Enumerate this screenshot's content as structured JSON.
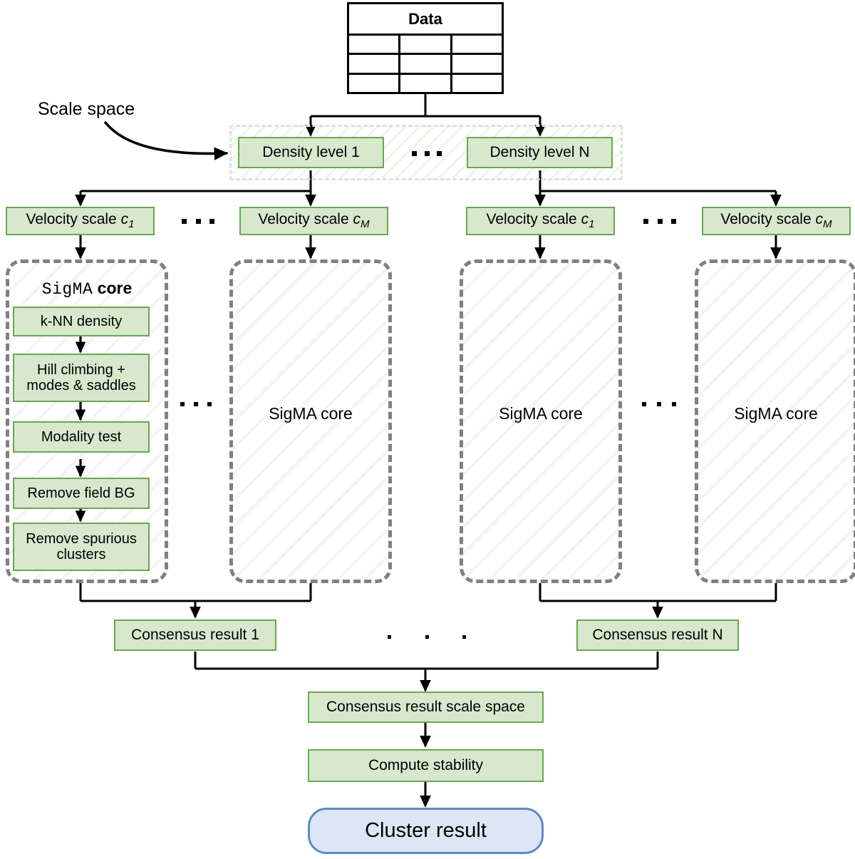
{
  "diagram": {
    "title": "SigMA clustering pipeline flowchart",
    "colors": {
      "green_fill": "#d7e8cd",
      "green_border": "#6aa84f",
      "blue_fill": "#dce6f5",
      "blue_border": "#5b8ac5",
      "dashed_gray": "#808080",
      "scale_space_dash": "#d9e8cf",
      "line": "#000000"
    }
  },
  "data_node": {
    "title": "Data",
    "rows": 3,
    "cols": 3
  },
  "annotation": {
    "scale_space_label": "Scale space"
  },
  "density_levels": [
    {
      "label": "Density level 1"
    },
    {
      "label": "Density level N"
    }
  ],
  "density_ellipsis": "...",
  "velocity_scales": [
    {
      "label": "Velocity scale",
      "symbol": "c",
      "subscript": "1"
    },
    {
      "label": "Velocity scale",
      "symbol": "c",
      "subscript": "M"
    },
    {
      "label": "Velocity scale",
      "symbol": "c",
      "subscript": "1"
    },
    {
      "label": "Velocity scale",
      "symbol": "c",
      "subscript": "M"
    }
  ],
  "velocity_ellipsis": "...",
  "sigma_core": {
    "title_mono": "SigMA",
    "title_bold": "core",
    "steps": [
      {
        "label": "k-NN density"
      },
      {
        "label": "Hill climbing +\nmodes & saddles"
      },
      {
        "label": "Modality test"
      },
      {
        "label": "Remove field BG"
      },
      {
        "label": "Remove spurious\nclusters"
      }
    ]
  },
  "core_ellipsis": "...",
  "consensus_results": [
    {
      "label": "Consensus result 1"
    },
    {
      "label": "Consensus result N"
    }
  ],
  "consensus_ellipsis": "...",
  "consensus_scale_space": {
    "label": "Consensus result scale space"
  },
  "compute_stability": {
    "label": "Compute stability"
  },
  "cluster_result": {
    "label": "Cluster result"
  }
}
